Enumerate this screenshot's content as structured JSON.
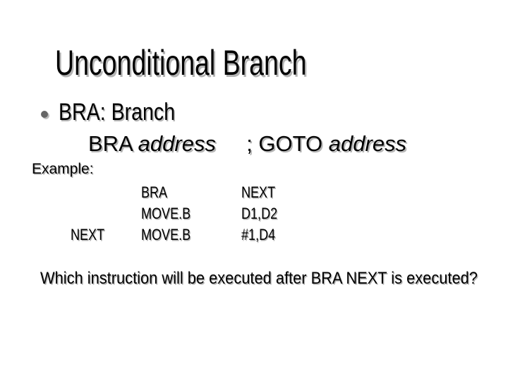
{
  "slide": {
    "title": "Unconditional Branch",
    "bullet_marker": "•",
    "bullet_text": "BRA: Branch",
    "syntax": {
      "opcode": "BRA",
      "operand": "address",
      "comment_keyword": "; GOTO",
      "comment_operand": "address"
    },
    "example_label": "Example:",
    "code_rows": [
      {
        "label": "",
        "opcode": "BRA",
        "operand": "NEXT"
      },
      {
        "label": "",
        "opcode": "MOVE.B",
        "operand": "D1,D2"
      },
      {
        "label": "NEXT",
        "opcode": "MOVE.B",
        "operand": "#1,D4"
      }
    ],
    "question": "Which instruction will be executed after BRA NEXT is executed?"
  },
  "colors": {
    "background": "#ffffff",
    "text": "#000000",
    "shadow": "#b4b4b4",
    "bullet_dot": "#666666"
  }
}
